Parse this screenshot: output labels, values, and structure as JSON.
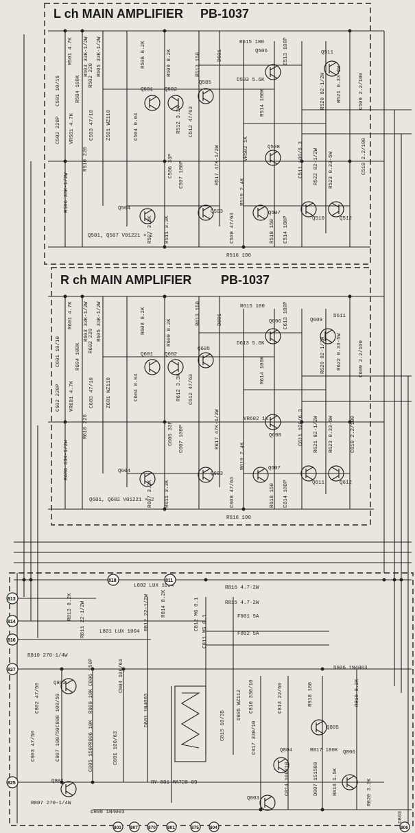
{
  "lch_block": {
    "title": "L ch MAIN AMPLIFIER",
    "model": "PB-1037",
    "components": [
      "R501 4.7K",
      "R503 33K-1/2W",
      "R505 33K-1/2W",
      "R508 8.2K",
      "R509 8.2K",
      "R513 150",
      "D501",
      "R515 100",
      "Q506",
      "C513 100P",
      "Q511",
      "R504 100K",
      "R502 220",
      "Q501",
      "Q502",
      "Q505",
      "D503 5.6K",
      "C509 2.2/100",
      "C501 10/16",
      "VR501 4.7K",
      "C502 220P",
      "C503 47/10",
      "Z501 WZ110",
      "C504 0.04",
      "R512 3.3K",
      "C512 47/63",
      "R514 100K",
      "R520 82-1/2W",
      "R521 0.33-5W",
      "Q508",
      "VR502 1K",
      "R510 220",
      "C506 33P",
      "C507 100P",
      "C511 100/6.3",
      "R522 82-1/2W",
      "R523 0.33-5W",
      "C510 2.2/100",
      "R517 47K-1/2W",
      "R519 2.4K",
      "R506 33K-1/2W",
      "Q504",
      "Q503",
      "Q507",
      "Q510",
      "Q512",
      "R507 3.3K",
      "R511 3.3K",
      "R518 150",
      "C514 100P",
      "C508 47/63",
      "R516 100",
      "Q501, Q507 V01221 × 2"
    ]
  },
  "rch_block": {
    "title": "R ch MAIN AMPLIFIER",
    "model": "PB-1037",
    "components": [
      "R601 4.7K",
      "R603 33K-1/2W",
      "R605 33K-1/2W",
      "R608 8.2K",
      "R609 8.2K",
      "R613 150",
      "D601",
      "R615 100",
      "Q606",
      "C613 100P",
      "Q609",
      "D611",
      "R604 100K",
      "R602 220",
      "Q601",
      "Q602",
      "Q605",
      "D613 5.6K",
      "C609 2.2/100",
      "C601 10/10",
      "VR601 4.7K",
      "C602 220P",
      "C603 47/10",
      "Z601 WZ110",
      "C604 0.04",
      "R612 3.3K",
      "C612 47/63",
      "R614 100K",
      "R620 82-1/2W",
      "R622 0.33-5W",
      "VR602 1K",
      "Q608",
      "R610 220",
      "C606 33P",
      "C607 100P",
      "C611 100/6.3",
      "R621 82-1/2W",
      "R623 0.33-5W",
      "C610 2.2/100",
      "R617 47K-1/2W",
      "R619 2.4K",
      "R606 33K-1/2W",
      "Q604",
      "Q603",
      "Q607",
      "Q611",
      "Q612",
      "R607 3.3K",
      "R611 3.3K",
      "R618 150",
      "C614 100P",
      "C608 47/63",
      "R616 100",
      "Q601, Q602 V01221 × 2"
    ]
  },
  "power_block": {
    "components": [
      "L802 LUX 1004",
      "R816 4.7-2W",
      "R815 4.7-2W",
      "R813 8.2K",
      "R811 22-1/2W",
      "R812 22-1/2W",
      "R814 8.2K",
      "L801 LUX 1004",
      "C812 MG 0.1",
      "C811 MS 0.1",
      "F801 5A",
      "F802 5A",
      "R810 270-1/4W",
      "Q802",
      "C806 150P",
      "C804 100/63",
      "D806 1N4003",
      "R809 10K",
      "C808 100/50",
      "C802 47/50",
      "C816 330/10",
      "C813 22/50",
      "R818 180",
      "R819 8.2K",
      "Q805",
      "D805 WZ112",
      "R806 10K",
      "C807 100/50",
      "D801 1N4003",
      "C817 330/10",
      "Q804",
      "R817 180K",
      "Q806",
      "C803 47/50",
      "C805 150P",
      "C801 100/63",
      "C815 10/35",
      "RY 801 MA728-09",
      "Q801",
      "R807 270-1/4W",
      "D808 1N4003",
      "C814 100/10",
      "D807 1S1588",
      "R818 1.5K",
      "R820 3.3K",
      "Q803"
    ],
    "terminals_left": [
      "813",
      "814",
      "816",
      "827",
      "825"
    ],
    "terminals_mid": [
      "818",
      "811"
    ],
    "terminals_bottom": [
      "803",
      "807",
      "870",
      "801",
      "875",
      "804"
    ],
    "terminal_right": "806",
    "side_label": "D803"
  }
}
